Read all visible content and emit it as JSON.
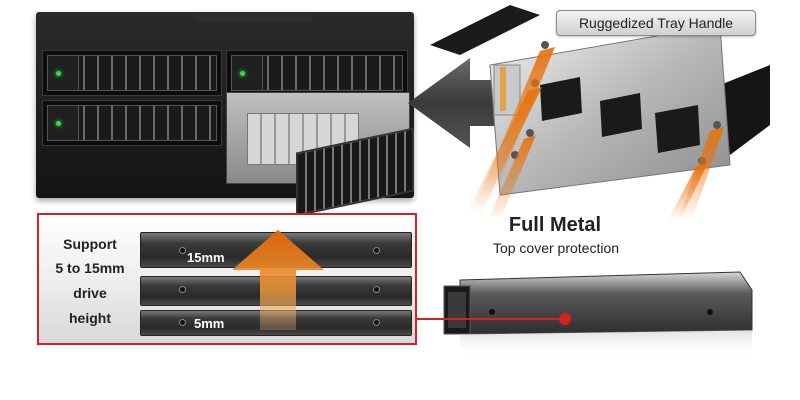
{
  "labels": {
    "tray_handle": "Ruggedized Tray Handle",
    "full_metal_title": "Full Metal",
    "full_metal_subtitle": "Top cover protection",
    "support_lines": [
      "Support",
      "5 to 15mm",
      "drive",
      "height"
    ],
    "drive_max": "15mm",
    "drive_min": "5mm"
  },
  "icons": {
    "left_arrow": "large-left-arrow-icon",
    "up_arrow": "orange-up-arrow-icon",
    "screw_arrows": "orange-screw-arrows-icon"
  },
  "colors": {
    "accent_red": "#d42121",
    "arrow_orange": "#e8720c",
    "led_green": "#32e04a",
    "label_text": "#222222"
  }
}
